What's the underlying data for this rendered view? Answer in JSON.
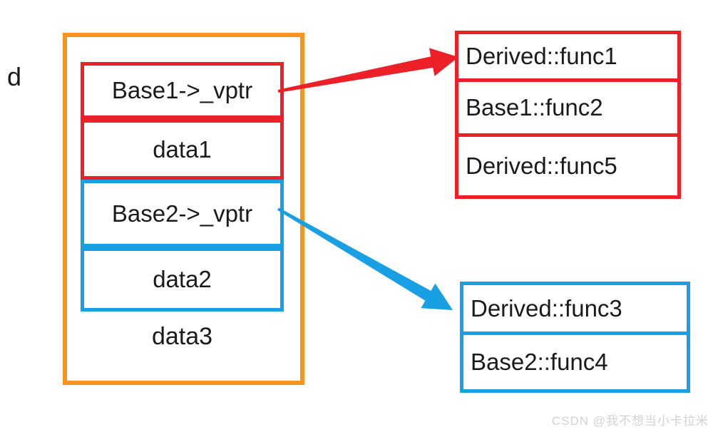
{
  "diagram": {
    "object_label": "d",
    "object": {
      "cells": [
        {
          "label": "Base1->_vptr",
          "group": "red"
        },
        {
          "label": "data1",
          "group": "red"
        },
        {
          "label": "Base2->_vptr",
          "group": "blue"
        },
        {
          "label": "data2",
          "group": "blue"
        }
      ],
      "extra_member": "data3"
    },
    "vtable_red": {
      "entries": [
        "Derived::func1",
        "Base1::func2",
        "Derived::func5"
      ]
    },
    "vtable_blue": {
      "entries": [
        "Derived::func3",
        "Base2::func4"
      ]
    },
    "colors": {
      "red": "#EC2027",
      "blue": "#189FE4",
      "orange": "#F7941E",
      "text": "#1A1A1A",
      "watermark": "#D2D2D2"
    },
    "watermark": "CSDN @我不想当小卡拉米"
  }
}
